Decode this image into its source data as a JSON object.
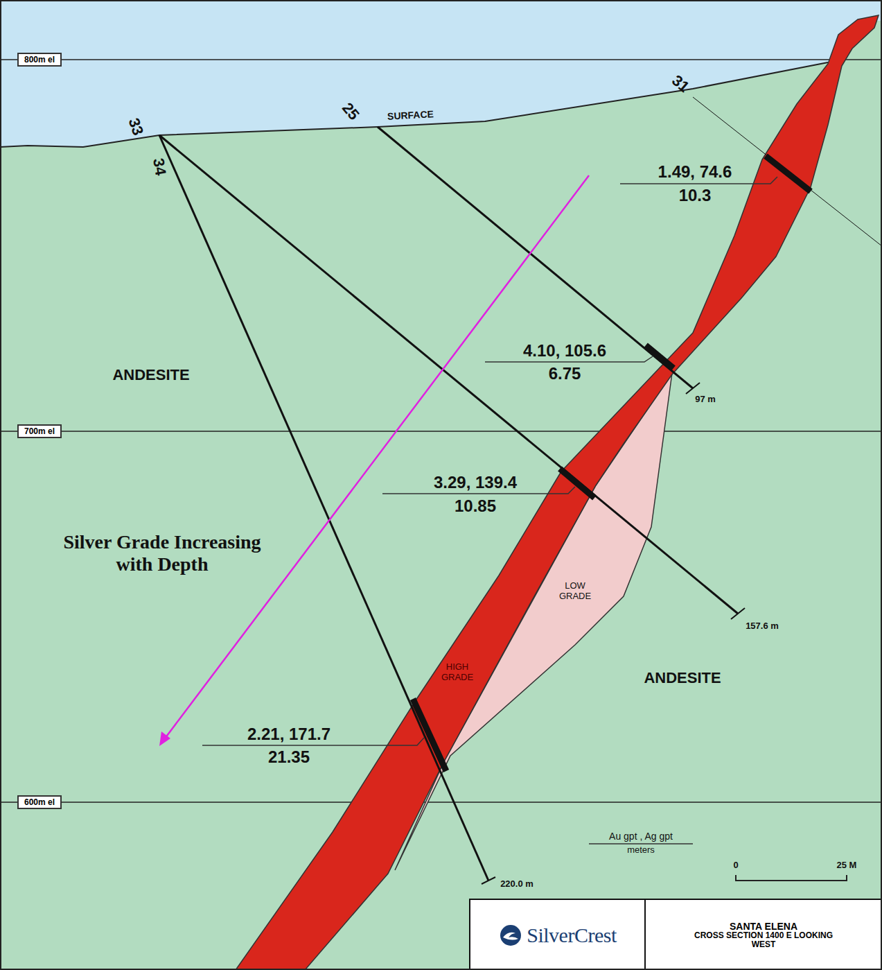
{
  "diagram": {
    "nodes": [
      {
        "text": [
          "800m el"
        ]
      },
      {
        "text": [
          "700m el"
        ]
      },
      {
        "text": [
          "600m el"
        ]
      },
      {
        "text": [
          "SilverCrest"
        ]
      },
      {
        "text": [
          "SANTA ELENA",
          "CROSS SECTION 1400 E LOOKING WEST"
        ]
      }
    ],
    "labels": [
      "33",
      "25",
      "31",
      "34",
      "SURFACE",
      "1.49, 74.6",
      "10.3",
      "4.10, 105.6",
      "6.75",
      "97 m",
      "ANDESITE",
      "3.29, 139.4",
      "10.85",
      "157.6 m",
      "Silver Grade Increasing with Depth",
      "LOW GRADE",
      "HIGH GRADE",
      "ANDESITE",
      "2.21, 171.7",
      "21.35",
      "220.0 m",
      "Au gpt , Ag gpt",
      "meters",
      "0",
      "25 M"
    ]
  }
}
